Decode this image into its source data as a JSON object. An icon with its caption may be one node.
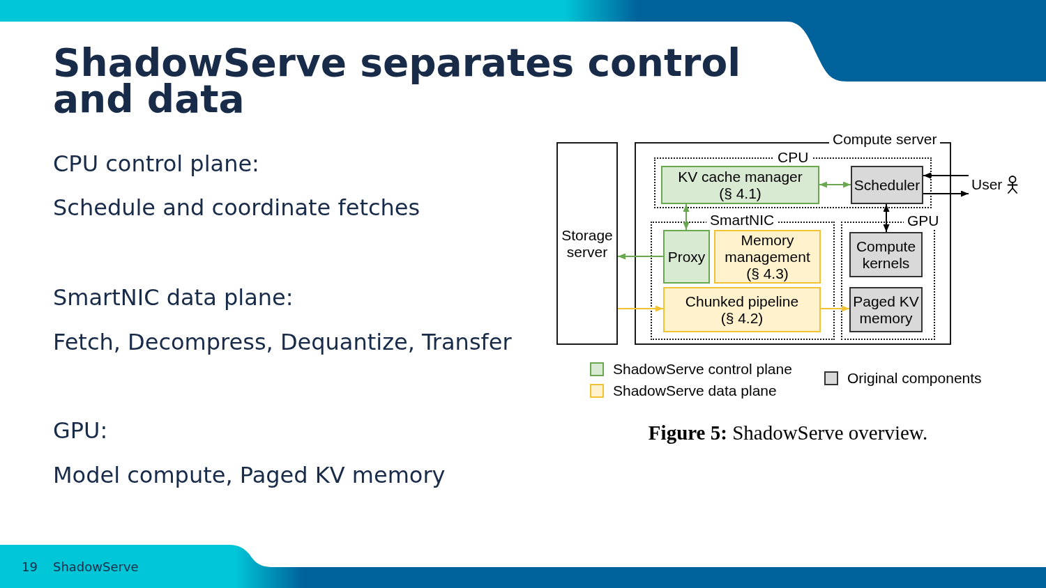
{
  "diagram": {
    "title": "ShadowServe separates control and data",
    "caption": "**Figure 5:** ShadowServe overview.",
    "nodes": [
      {
        "text": [
          "Storage server"
        ]
      },
      {
        "text": [
          "Compute server"
        ]
      },
      {
        "text": [
          "CPU"
        ],
        "in": 1
      },
      {
        "text": [
          "KV cache manager (§ 4.1)"
        ],
        "in": 2
      },
      {
        "text": [
          "Scheduler"
        ],
        "in": 2
      },
      {
        "text": [
          "SmartNIC"
        ],
        "in": 1
      },
      {
        "text": [
          "Proxy"
        ],
        "in": 5
      },
      {
        "text": [
          "Memory management (§ 4.3)"
        ],
        "in": 5
      },
      {
        "text": [
          "Chunked pipeline (§ 4.2)"
        ],
        "in": 5
      },
      {
        "text": [
          "GPU"
        ],
        "in": 1
      },
      {
        "text": [
          "Compute kernels"
        ],
        "in": 9
      },
      {
        "text": [
          "Paged KV memory"
        ],
        "in": 9
      },
      {
        "text": [
          "User"
        ]
      }
    ],
    "edges": [
      {
        "from": 3,
        "to": 4,
        "arrow": "both",
        "color": "#6aa84f"
      },
      {
        "from": 3,
        "to": 6,
        "arrow": "both",
        "color": "#6aa84f"
      },
      {
        "from": 6,
        "to": 0,
        "arrow": "to",
        "color": "#6aa84f"
      },
      {
        "from": 0,
        "to": 8,
        "arrow": "to",
        "color": "#f1c232"
      },
      {
        "from": 8,
        "to": 11,
        "arrow": "to",
        "color": "#f1c232"
      },
      {
        "from": 4,
        "to": 10,
        "arrow": "both",
        "color": "#000000"
      },
      {
        "from": 12,
        "to": 4,
        "arrow": "to",
        "color": "#000000"
      },
      {
        "from": 4,
        "to": 12,
        "arrow": "to",
        "color": "#000000"
      }
    ],
    "labels": [
      "CPU control plane:",
      "Schedule and coordinate fetches",
      "SmartNIC data plane:",
      "Fetch, Decompress, Dequantize, Transfer",
      "GPU:",
      "Model compute, Paged KV memory",
      "19",
      "ShadowServe"
    ],
    "legend": [
      {
        "text": "ShadowServe control plane",
        "color": "#d9ead3"
      },
      {
        "text": "ShadowServe data plane",
        "color": "#fff2cc"
      },
      {
        "text": "Original components",
        "color": "#d9d9d9"
      }
    ]
  }
}
